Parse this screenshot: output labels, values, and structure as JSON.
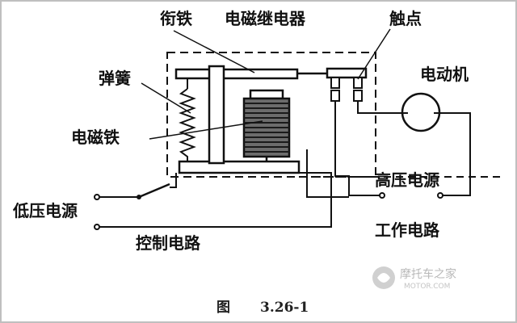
{
  "labels": {
    "armature": "衔铁",
    "relay": "电磁继电器",
    "contacts": "触点",
    "spring": "弹簧",
    "motor": "电动机",
    "electromagnet": "电磁铁",
    "hv_source": "高压电源",
    "lv_source": "低压电源",
    "work_circuit": "工作电路",
    "control_circuit": "控制电路"
  },
  "caption": {
    "prefix": "图",
    "number": "3.26-1"
  },
  "watermark": {
    "site_cn": "摩托车之家",
    "site_en": "MOTOR.COM"
  }
}
